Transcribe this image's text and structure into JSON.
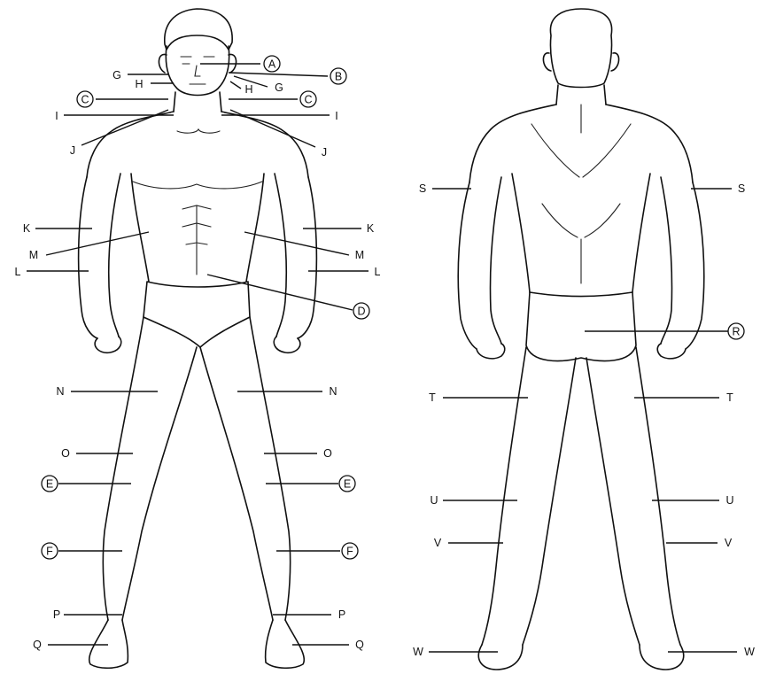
{
  "diagram": {
    "front_labels": {
      "A": "A",
      "B": "B",
      "C_left": "C",
      "C_right": "C",
      "D": "D",
      "E_left": "E",
      "E_right": "E",
      "F_left": "F",
      "F_right": "F",
      "G_left": "G",
      "G_right": "G",
      "H_left": "H",
      "H_right": "H",
      "I_left": "I",
      "I_right": "I",
      "J_left": "J",
      "J_right": "J",
      "K_left": "K",
      "K_right": "K",
      "L_left": "L",
      "L_right": "L",
      "M_left": "M",
      "M_right": "M",
      "N_left": "N",
      "N_right": "N",
      "O_left": "O",
      "O_right": "O",
      "P_left": "P",
      "P_right": "P",
      "Q_left": "Q",
      "Q_right": "Q"
    },
    "back_labels": {
      "S_left": "S",
      "S_right": "S",
      "R": "R",
      "T_left": "T",
      "T_right": "T",
      "U_left": "U",
      "U_right": "U",
      "V_left": "V",
      "V_right": "V",
      "W_left": "W",
      "W_right": "W"
    }
  }
}
